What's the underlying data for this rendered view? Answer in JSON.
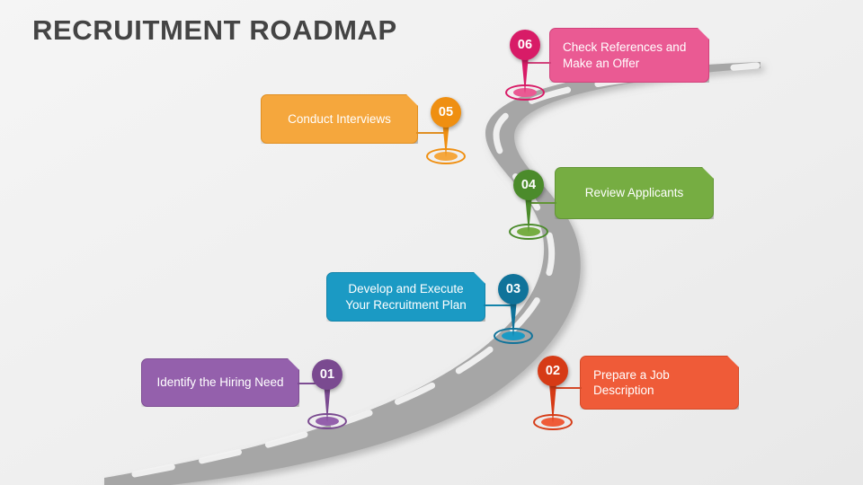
{
  "title": "RECRUITMENT ROADMAP",
  "background_color": "#f1f1f1",
  "road": {
    "asphalt_color": "#a6a6a6",
    "lane_marking_color": "#f2f2f2",
    "shadow_color": "#8f8f8f"
  },
  "steps": [
    {
      "number": "01",
      "label": "Identify the Hiring Need",
      "color": "#9460ac",
      "border_color": "#7d4d93",
      "pin_color": "#7a4a90",
      "align": "center",
      "lines": 1
    },
    {
      "number": "02",
      "label": "Prepare a Job Description",
      "color": "#ef5b38",
      "border_color": "#d44a28",
      "pin_color": "#d63b16",
      "align": "left",
      "lines": 2
    },
    {
      "number": "03",
      "label": "Develop and Execute Your Recruitment Plan",
      "color": "#1b9ac4",
      "border_color": "#1484aa",
      "pin_color": "#10739a",
      "align": "center",
      "lines": 2
    },
    {
      "number": "04",
      "label": "Review Applicants",
      "color": "#76ad42",
      "border_color": "#639637",
      "pin_color": "#4b8b2b",
      "align": "center",
      "lines": 1
    },
    {
      "number": "05",
      "label": "Conduct Interviews",
      "color": "#f5a73d",
      "border_color": "#e08f22",
      "pin_color": "#ef8f11",
      "align": "center",
      "lines": 1
    },
    {
      "number": "06",
      "label": "Check References and Make an Offer",
      "color": "#ea5a93",
      "border_color": "#d1437c",
      "pin_color": "#d81b67",
      "align": "left",
      "lines": 2
    }
  ]
}
